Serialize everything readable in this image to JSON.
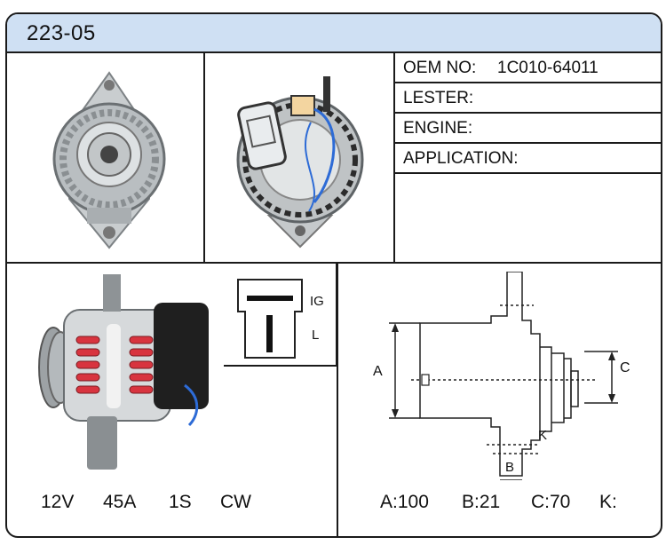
{
  "header": {
    "model": "223-05"
  },
  "specs": [
    {
      "key": "OEM NO:",
      "value": "1C010-64011"
    },
    {
      "key": "LESTER:",
      "value": ""
    },
    {
      "key": "ENGINE:",
      "value": ""
    },
    {
      "key": "APPLICATION:",
      "value": ""
    }
  ],
  "connector": {
    "terminal_top": "IG",
    "terminal_bottom": "L"
  },
  "electrical": {
    "voltage": "12V",
    "current": "45A",
    "plug": "1S",
    "rotation": "CW"
  },
  "dimensions": {
    "a_label": "A",
    "b_label": "B",
    "c_label": "C",
    "k_label": "K",
    "a": "A:100",
    "b": "B:21",
    "c": "C:70",
    "k": "K:"
  },
  "colors": {
    "header_bg": "#cfe0f3",
    "border": "#1a1a1a",
    "winding_red": "#d8343f"
  },
  "icons": [
    "alternator-front-photo",
    "alternator-rear-photo",
    "alternator-side-photo",
    "connector-diagram",
    "dimension-drawing"
  ]
}
